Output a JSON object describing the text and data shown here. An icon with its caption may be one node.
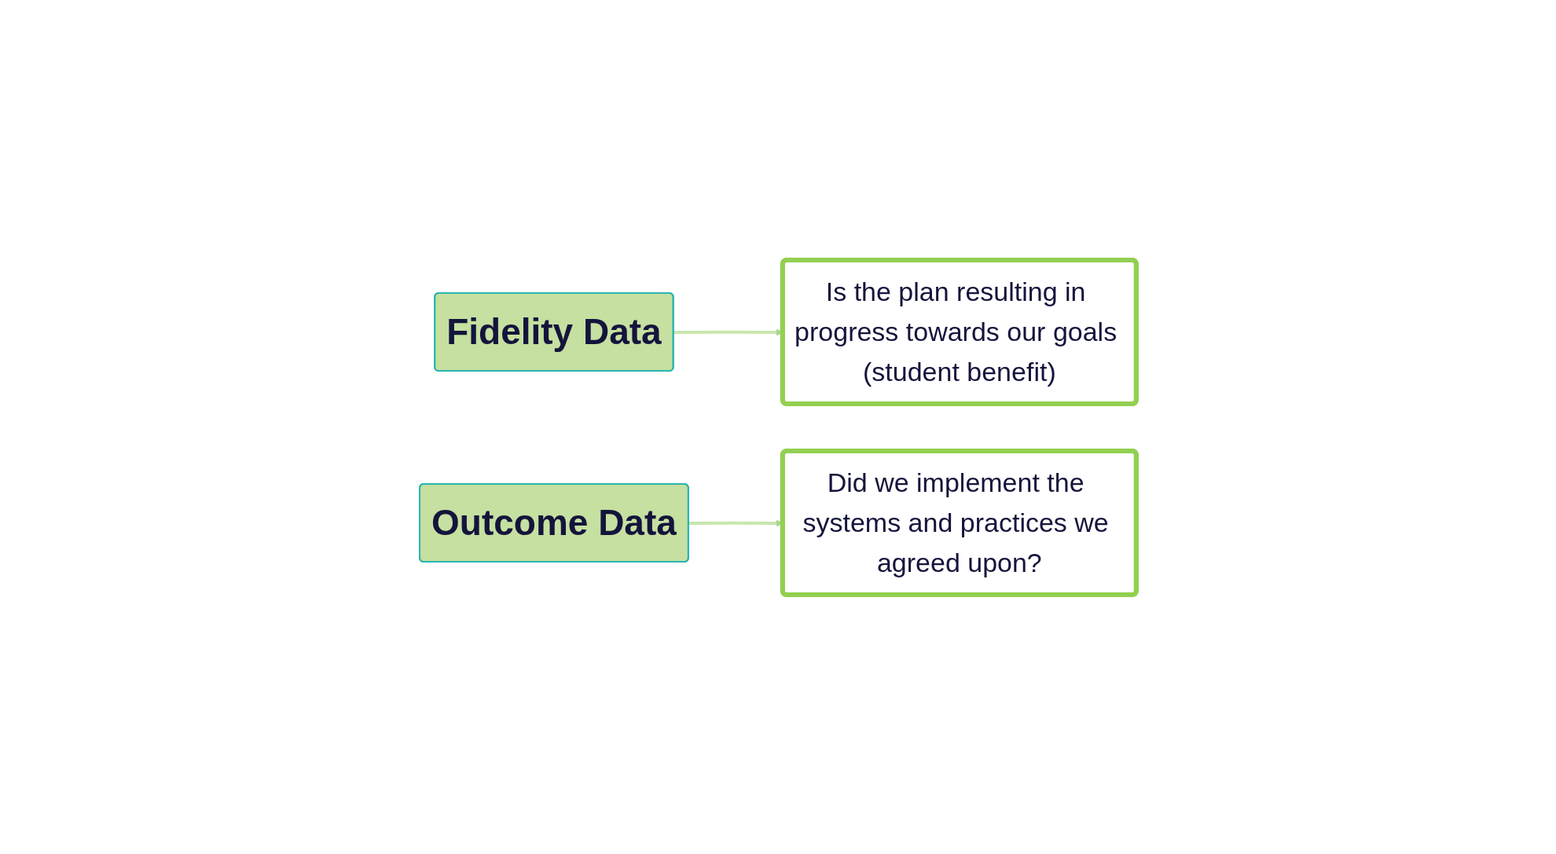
{
  "diagram": {
    "nodes": [
      {
        "text": [
          "Did we implement the systems and practices we agreed upon?"
        ]
      },
      {
        "text": [
          "Fidelity Data"
        ]
      },
      {
        "text": [
          "Is the plan resulting in progress towards our goals (student benefit)"
        ]
      },
      {
        "text": [
          "Outcome Data"
        ]
      }
    ],
    "edges": [
      {
        "from": 1,
        "to": 2,
        "arrow": "to"
      },
      {
        "from": 3,
        "to": 0,
        "arrow": "to"
      }
    ]
  }
}
